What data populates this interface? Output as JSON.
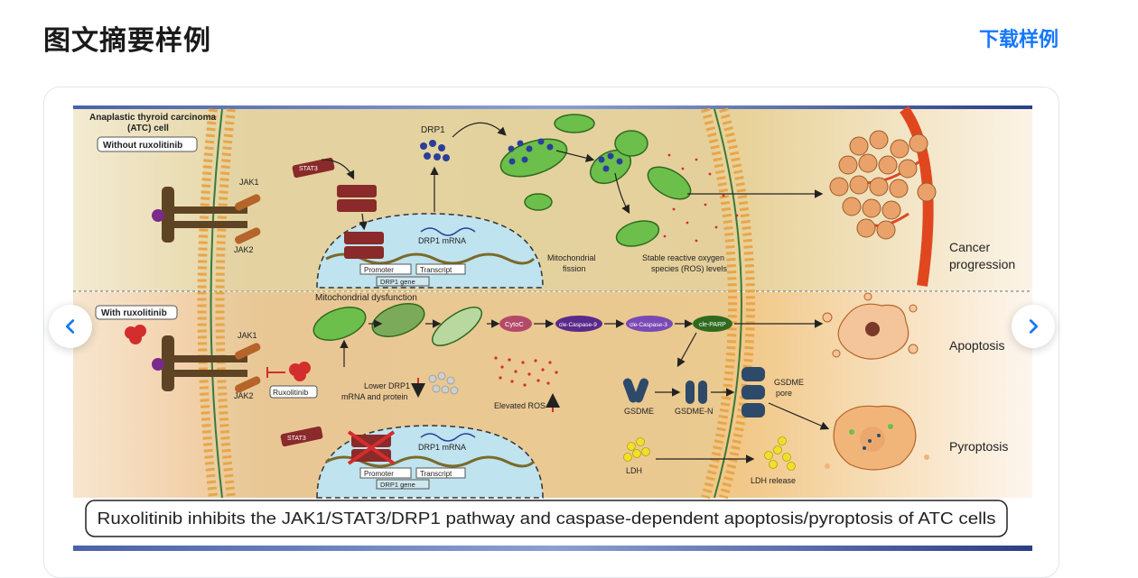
{
  "header": {
    "title": "图文摘要样例",
    "download_label": "下载样例"
  },
  "colors": {
    "accent": "#1677ff",
    "membrane": "#e8a64a",
    "nucleus": "#bfe3ef",
    "top_bg": "#e8d7a8",
    "bottom_bg": "#efc38e",
    "mito": "#6cbf4a",
    "stat3": "#8a2a2a",
    "drp1": "#2a3f9a",
    "ros": "#d42d2d",
    "vessel": "#e0471f"
  },
  "figure": {
    "top": {
      "cell_label": "Anaplastic thyroid carcinoma (ATC) cell",
      "cell_label_line1": "Anaplastic thyroid carcinoma",
      "cell_label_line2": "(ATC) cell",
      "condition": "Without ruxolitinib",
      "jak1": "JAK1",
      "jak2": "JAK2",
      "stat3": "STAT3",
      "drp1": "DRP1",
      "drp1_mrna": "DRP1 mRNA",
      "promoter": "Promoter",
      "transcript": "Transcript",
      "gene": "DRP1 gene",
      "fission_line1": "Mitochondrial",
      "fission_line2": "fission",
      "ros_line1": "Stable reactive oxygen",
      "ros_line2": "species (ROS) levels",
      "outcome_line1": "Cancer",
      "outcome_line2": "progression"
    },
    "bottom": {
      "condition": "With ruxolitinib",
      "dysfunction": "Mitochondrial dysfunction",
      "jak1": "JAK1",
      "jak2": "JAK2",
      "drug": "Ruxolitinib",
      "stat3": "STAT3",
      "lower_line1": "Lower DRP1",
      "lower_line2": "mRNA and protein",
      "drp1_mrna": "DRP1 mRNA",
      "promoter": "Promoter",
      "transcript": "Transcript",
      "gene": "DRP1 gene",
      "cytoc": "CytoC",
      "casp9": "cle-Caspase-9",
      "casp3": "cle-Caspase-3",
      "parp": "cle-PARP",
      "elevated_ros": "Elevated ROS",
      "gsdme": "GSDME",
      "gsdme_n": "GSDME-N",
      "pore_line1": "GSDME",
      "pore_line2": "pore",
      "ldh": "LDH",
      "ldh_release": "LDH release",
      "apoptosis": "Apoptosis",
      "pyroptosis": "Pyroptosis"
    },
    "caption": "Ruxolitinib inhibits the JAK1/STAT3/DRP1 pathway and caspase-dependent apoptosis/pyroptosis of ATC cells"
  },
  "carousel": {
    "prev_icon": "chevron-left-icon",
    "next_icon": "chevron-right-icon"
  }
}
